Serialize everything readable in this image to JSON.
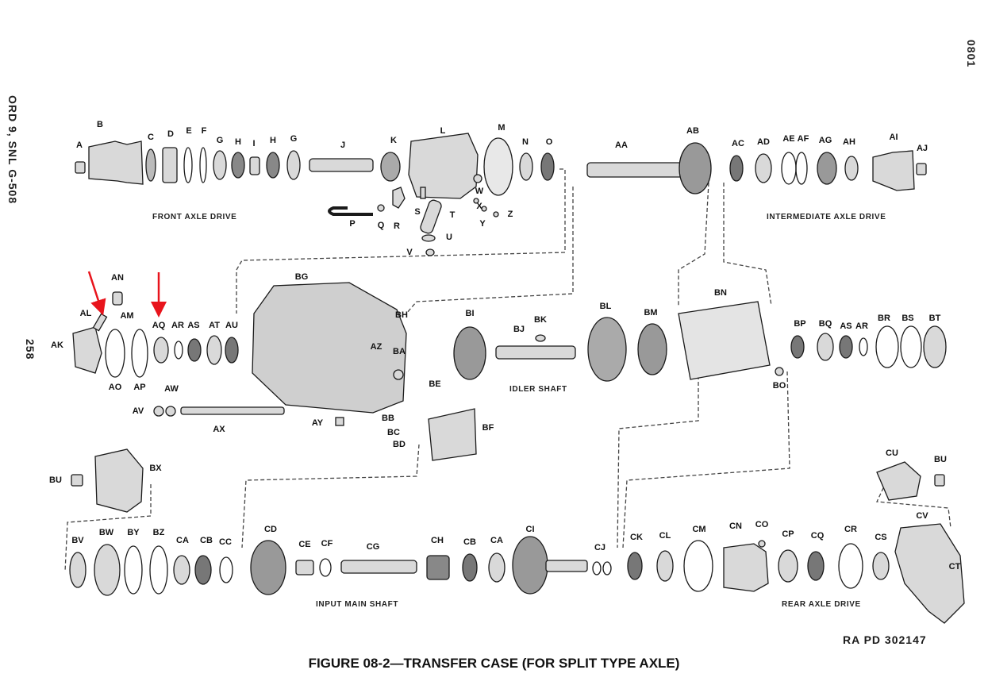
{
  "page": {
    "left_margin": "ORD 9, SNL G-508",
    "page_number": "258",
    "right_margin": "0801",
    "reference": "RA PD 302147",
    "caption": "FIGURE 08-2—TRANSFER CASE (FOR SPLIT TYPE AXLE)"
  },
  "sections": {
    "front_axle_drive": "FRONT AXLE DRIVE",
    "intermediate_axle_drive": "INTERMEDIATE AXLE DRIVE",
    "idler_shaft": "IDLER SHAFT",
    "input_main_shaft": "INPUT MAIN SHAFT",
    "rear_axle_drive": "REAR AXLE DRIVE"
  },
  "colors": {
    "ink": "#1a1a1a",
    "part_fill": "#d9d9d9",
    "part_dark": "#555555",
    "leader": "#444444",
    "arrow": "#e8141c"
  },
  "callouts": [
    "A",
    "B",
    "C",
    "D",
    "E",
    "F",
    "G",
    "H",
    "I",
    "H",
    "G",
    "J",
    "K",
    "L",
    "M",
    "N",
    "O",
    "P",
    "Q",
    "R",
    "S",
    "T",
    "U",
    "V",
    "W",
    "X",
    "Y",
    "Z",
    "AA",
    "AB",
    "AC",
    "AD",
    "AE",
    "AF",
    "AG",
    "AH",
    "AI",
    "AJ",
    "AK",
    "AL",
    "AM",
    "AN",
    "AO",
    "AP",
    "AQ",
    "AR",
    "AS",
    "AT",
    "AU",
    "AV",
    "AW",
    "AX",
    "AY",
    "AZ",
    "BA",
    "BB",
    "BC",
    "BD",
    "BE",
    "BF",
    "BG",
    "BH",
    "BI",
    "BJ",
    "BK",
    "BL",
    "BM",
    "BN",
    "BO",
    "BP",
    "BQ",
    "AS",
    "AR",
    "BR",
    "BS",
    "BT",
    "BU",
    "BX",
    "BV",
    "BW",
    "BY",
    "BZ",
    "CA",
    "CB",
    "CC",
    "CD",
    "CE",
    "CF",
    "CG",
    "CH",
    "CB",
    "CA",
    "CI",
    "CJ",
    "CK",
    "CL",
    "CM",
    "CN",
    "CO",
    "CP",
    "CQ",
    "CR",
    "CS",
    "CT",
    "CU",
    "BU",
    "CV"
  ]
}
